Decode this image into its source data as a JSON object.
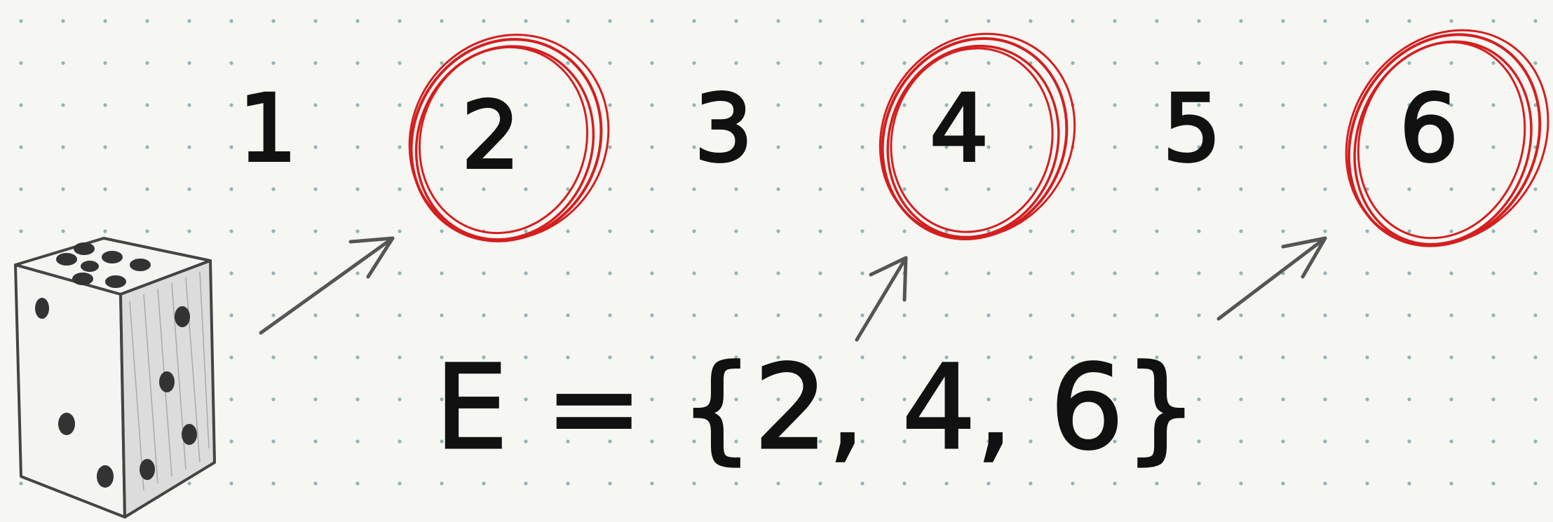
{
  "numbers": [
    {
      "label": "1",
      "circled": false
    },
    {
      "label": "2",
      "circled": true
    },
    {
      "label": "3",
      "circled": false
    },
    {
      "label": "4",
      "circled": true
    },
    {
      "label": "5",
      "circled": false
    },
    {
      "label": "6",
      "circled": true
    }
  ],
  "event_set": "E = {2, 4, 6}",
  "colors": {
    "background": "#f6f6f3",
    "dot_grid": "#8fb6b6",
    "ink": "#111111",
    "circle": "#d41f1f",
    "pencil": "#555555"
  },
  "icons": [
    "die-icon",
    "arrow-icon"
  ]
}
